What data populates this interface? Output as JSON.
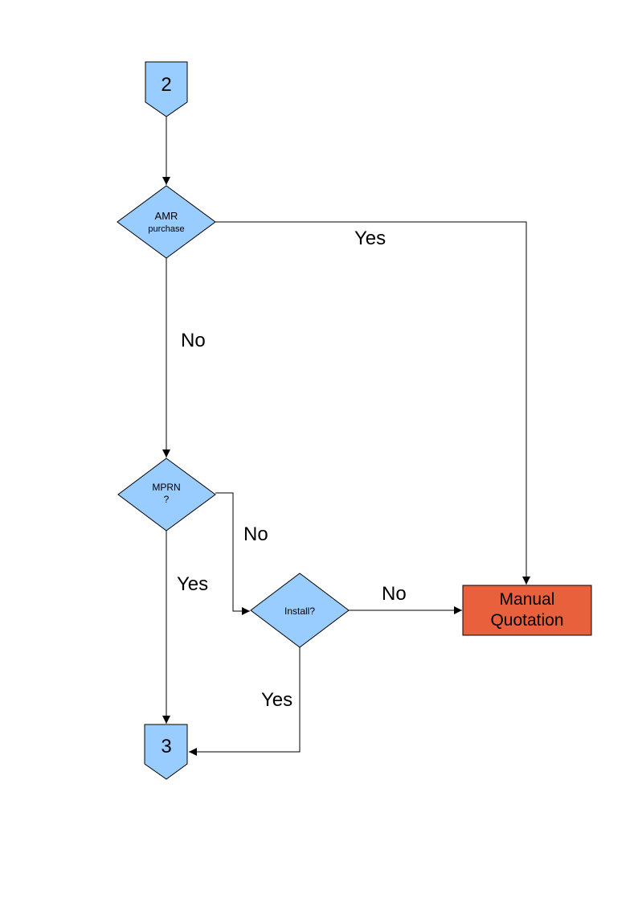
{
  "colors": {
    "background": "#FFFFFF",
    "node_fill": "#99CCFF",
    "node_border": "#000000",
    "terminal_fill": "#E8613C",
    "connector_line": "#000000",
    "text": "#000000"
  },
  "nodes": {
    "offpage_2": {
      "type": "off-page-connector",
      "label": "2"
    },
    "amr": {
      "type": "decision",
      "line1": "AMR",
      "line2": "purchase"
    },
    "mprn": {
      "type": "decision",
      "line1": "MPRN",
      "line2": "?"
    },
    "install": {
      "type": "decision",
      "label": "Install?"
    },
    "manual_quotation": {
      "type": "process",
      "line1": "Manual",
      "line2": "Quotation"
    },
    "offpage_3": {
      "type": "off-page-connector",
      "label": "3"
    }
  },
  "edges": [
    {
      "from": "offpage_2",
      "to": "amr",
      "label": ""
    },
    {
      "from": "amr",
      "to": "manual_quotation",
      "label": "Yes"
    },
    {
      "from": "amr",
      "to": "mprn",
      "label": "No"
    },
    {
      "from": "mprn",
      "to": "install",
      "label": "No"
    },
    {
      "from": "mprn",
      "to": "offpage_3",
      "label": "Yes"
    },
    {
      "from": "install",
      "to": "manual_quotation",
      "label": "No"
    },
    {
      "from": "install",
      "to": "offpage_3",
      "label": "Yes"
    }
  ]
}
